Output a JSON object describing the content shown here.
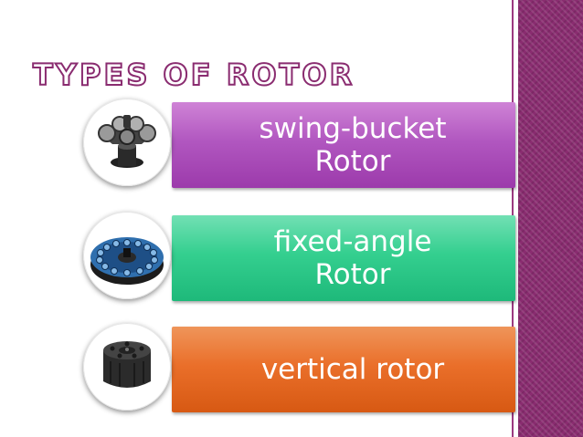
{
  "slide": {
    "title": "TYPES OF ROTOR",
    "items": [
      {
        "label": "swing-bucket\nRotor",
        "color": "#b157c0",
        "image": "swing-bucket-rotor-icon"
      },
      {
        "label": "fixed-angle\nRotor",
        "color": "#34cf8f",
        "image": "fixed-angle-rotor-icon"
      },
      {
        "label": "vertical rotor",
        "color": "#ea6f2a",
        "image": "vertical-rotor-icon"
      }
    ]
  }
}
